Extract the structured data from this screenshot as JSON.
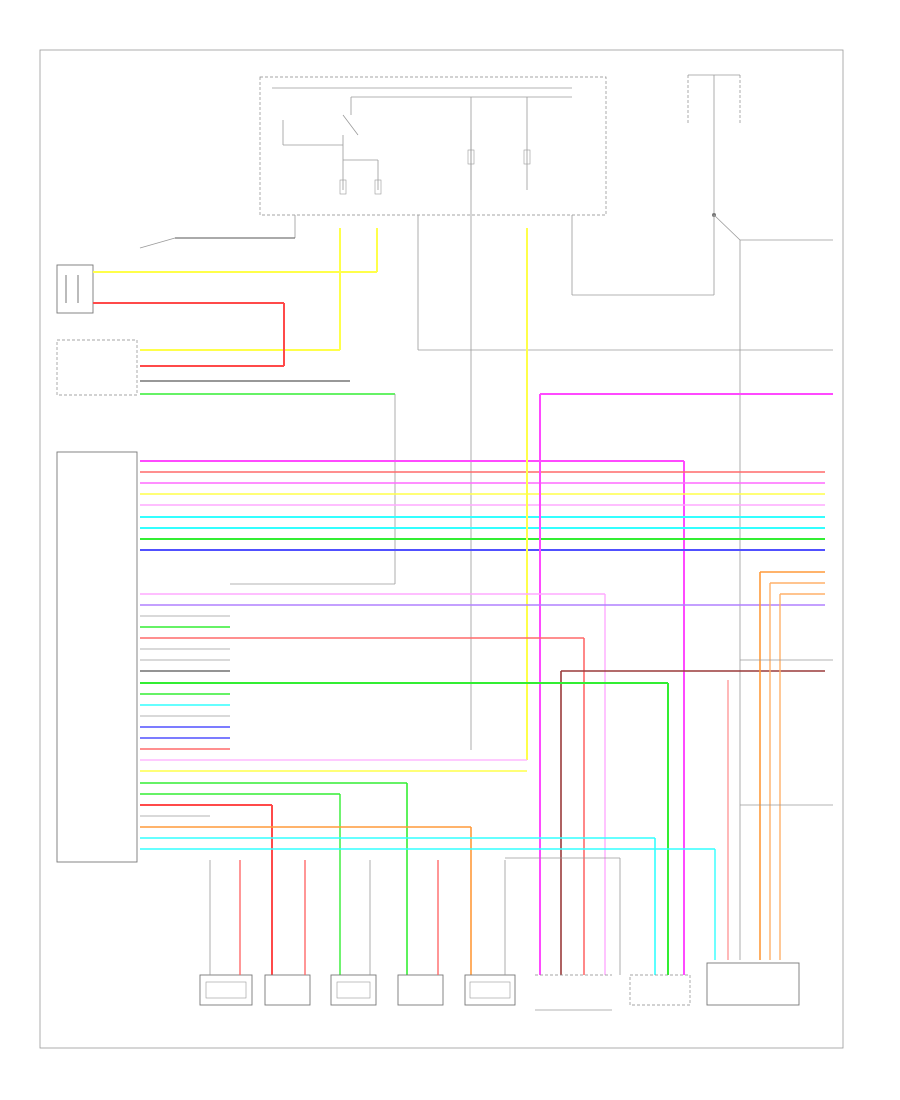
{
  "diagram": {
    "type": "wiring-diagram",
    "page_marker": "",
    "wire_colors": {
      "yellow": "#ffff4a",
      "red": "#ff4a4a",
      "pink": "#ff4aff",
      "green": "#33ee33",
      "cyan": "#33ffff",
      "blue": "#5050ff",
      "orange": "#ff9a3a",
      "violet": "#b080ff",
      "brown": "#9a3a3a",
      "grey": "#9a9a9a",
      "black": "#333333"
    },
    "components": [
      {
        "id": "fuse-box"
      },
      {
        "id": "battery-fuse-junction"
      },
      {
        "id": "accelerator-pedal-sensor"
      },
      {
        "id": "range-sensor"
      },
      {
        "id": "tcm"
      },
      {
        "id": "input-speed-sensor"
      },
      {
        "id": "output-speed-sensor"
      },
      {
        "id": "turbine-speed-sensor"
      },
      {
        "id": "secondary-speed-sensor"
      },
      {
        "id": "pressure-sensor"
      },
      {
        "id": "valve-body"
      },
      {
        "id": "lockup-solenoid"
      },
      {
        "id": "instrument-cluster"
      }
    ]
  }
}
